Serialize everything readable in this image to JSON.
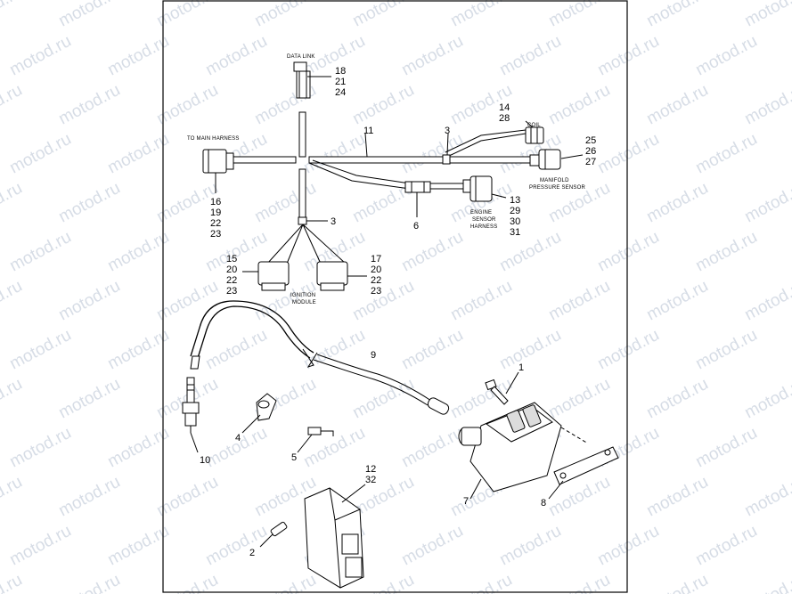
{
  "watermark": "motod.ru",
  "labels": {
    "data_link": "DATA LINK",
    "to_main_harness": "TO MAIN HARNESS",
    "coil": "COIL",
    "manifold_line1": "MANIFOLD",
    "manifold_line2": "PRESSURE SENSOR",
    "engine_line1": "ENGINE",
    "engine_line2": "SENSOR",
    "engine_line3": "HARNESS",
    "ignition_line1": "IGNITION",
    "ignition_line2": "MODULE"
  },
  "callouts": {
    "dl_a": "18",
    "dl_b": "21",
    "dl_c": "24",
    "harness_main": "11",
    "coil_a": "14",
    "coil_b": "28",
    "clip_top": "3",
    "map_a": "25",
    "map_b": "26",
    "map_c": "27",
    "main_a": "16",
    "main_b": "19",
    "main_c": "22",
    "main_d": "23",
    "clip_mid": "3",
    "conduit": "6",
    "ens_a": "13",
    "ens_b": "29",
    "ens_c": "30",
    "ens_d": "31",
    "ign_l_a": "15",
    "ign_l_b": "20",
    "ign_l_c": "22",
    "ign_l_d": "23",
    "ign_r_a": "17",
    "ign_r_b": "20",
    "ign_r_c": "22",
    "ign_r_d": "23",
    "spark_wire": "9",
    "bolt": "1",
    "clip": "4",
    "tie": "5",
    "spark_plug": "10",
    "coil_part": "7",
    "bracket": "8",
    "module_a": "12",
    "module_b": "32",
    "screw": "2"
  }
}
